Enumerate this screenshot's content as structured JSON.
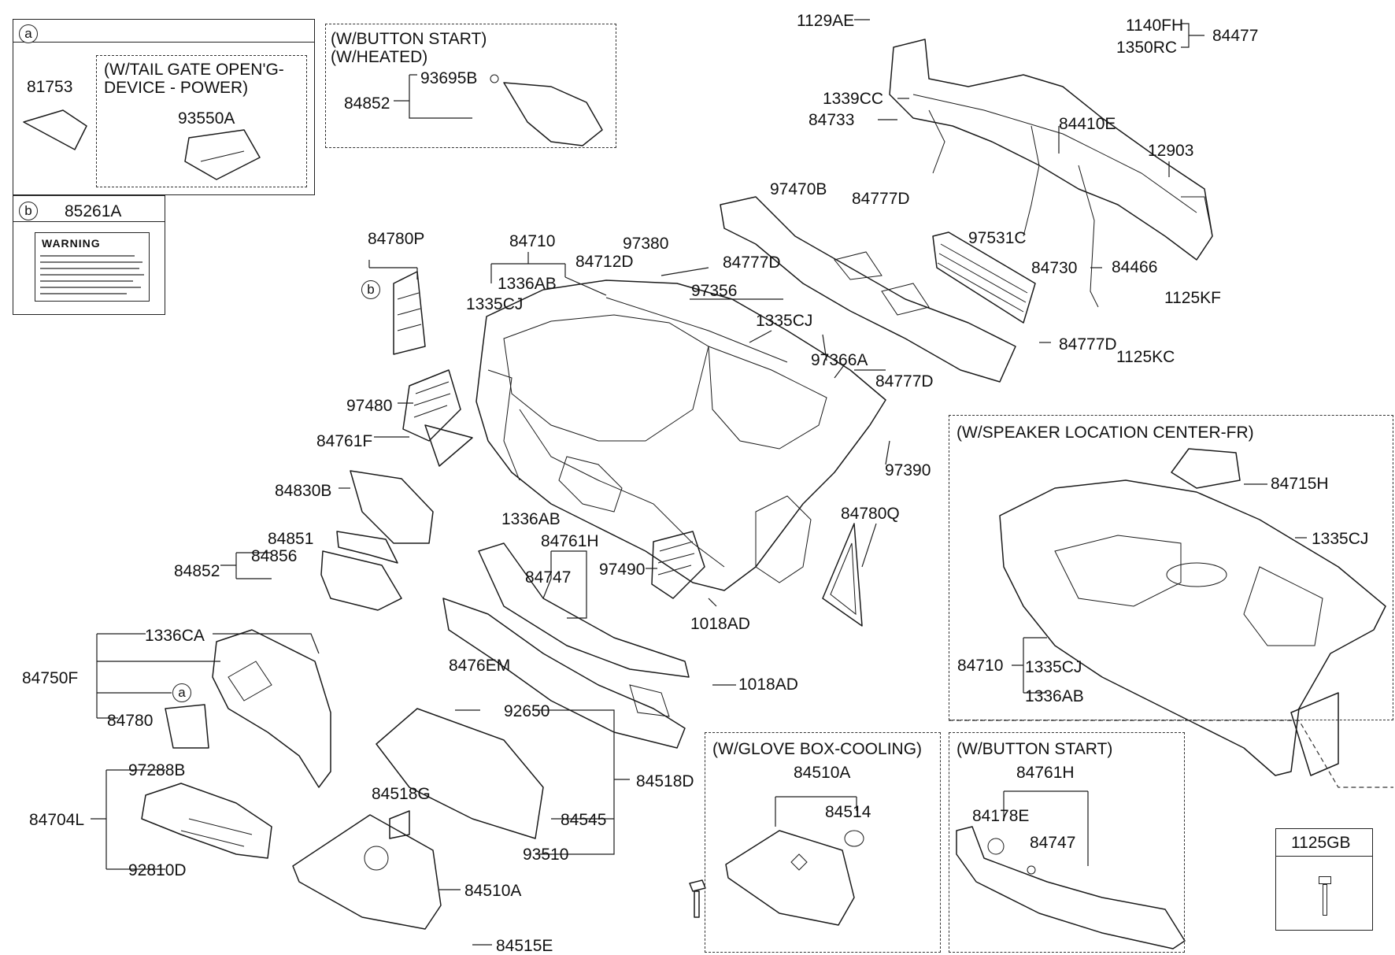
{
  "boxes": {
    "a_circle": "a",
    "a_label": "81753",
    "a_note": "(W/TAIL GATE OPEN'G-\nDEVICE - POWER)",
    "a_note_label": "93550A",
    "b_circle": "b",
    "b_label": "85261A",
    "warning_title": "WARNING"
  },
  "notes": {
    "button_start_heated": "(W/BUTTON START)\n(W/HEATED)",
    "speaker": "(W/SPEAKER LOCATION CENTER-FR)",
    "glove_cooling": "(W/GLOVE BOX-COOLING)",
    "button_start": "(W/BUTTON START)"
  },
  "callouts": {
    "c1129AE": "1129AE",
    "c1140FH": "1140FH",
    "c84477": "84477",
    "c1350RC": "1350RC",
    "c1339CC": "1339CC",
    "c84733": "84733",
    "c84410E": "84410E",
    "c12903": "12903",
    "c97470B": "97470B",
    "c84777D_a": "84777D",
    "c97531C": "97531C",
    "c84730": "84730",
    "c84466": "84466",
    "c1125KF": "1125KF",
    "c84777D_b": "84777D",
    "c1125KC": "1125KC",
    "c84780P": "84780P",
    "c84710": "84710",
    "c97380": "97380",
    "c84712D": "84712D",
    "c84777D_c": "84777D",
    "c1336AB": "1336AB",
    "c1335CJ": "1335CJ",
    "c97356": "97356",
    "c1335CJ_b": "1335CJ",
    "c97366A": "97366A",
    "c84777D_d": "84777D",
    "c97480": "97480",
    "c84761F": "84761F",
    "c97390": "97390",
    "c84830B": "84830B",
    "c1336AB_b": "1336AB",
    "c84761H": "84761H",
    "c84780Q": "84780Q",
    "c84851": "84851",
    "c84856": "84856",
    "c84852": "84852",
    "c84747": "84747",
    "c97490": "97490",
    "c1018AD": "1018AD",
    "c1336CA": "1336CA",
    "c84750F": "84750F",
    "c84780": "84780",
    "c8476EM": "8476EM",
    "c1018AD_b": "1018AD",
    "c92650": "92650",
    "c84518D": "84518D",
    "c84518G": "84518G",
    "c84545": "84545",
    "c93510": "93510",
    "c97288B": "97288B",
    "c84704L": "84704L",
    "c92810D": "92810D",
    "c84510A": "84510A",
    "c84515E": "84515E",
    "c93695B": "93695B",
    "c84852_top": "84852",
    "s84715H": "84715H",
    "s1335CJ": "1335CJ",
    "s84710": "84710",
    "s1335CJ_b": "1335CJ",
    "s1336AB": "1336AB",
    "g84510A": "84510A",
    "g84514": "84514",
    "b84761H": "84761H",
    "b84178E": "84178E",
    "b84747": "84747",
    "c1125GB": "1125GB"
  }
}
